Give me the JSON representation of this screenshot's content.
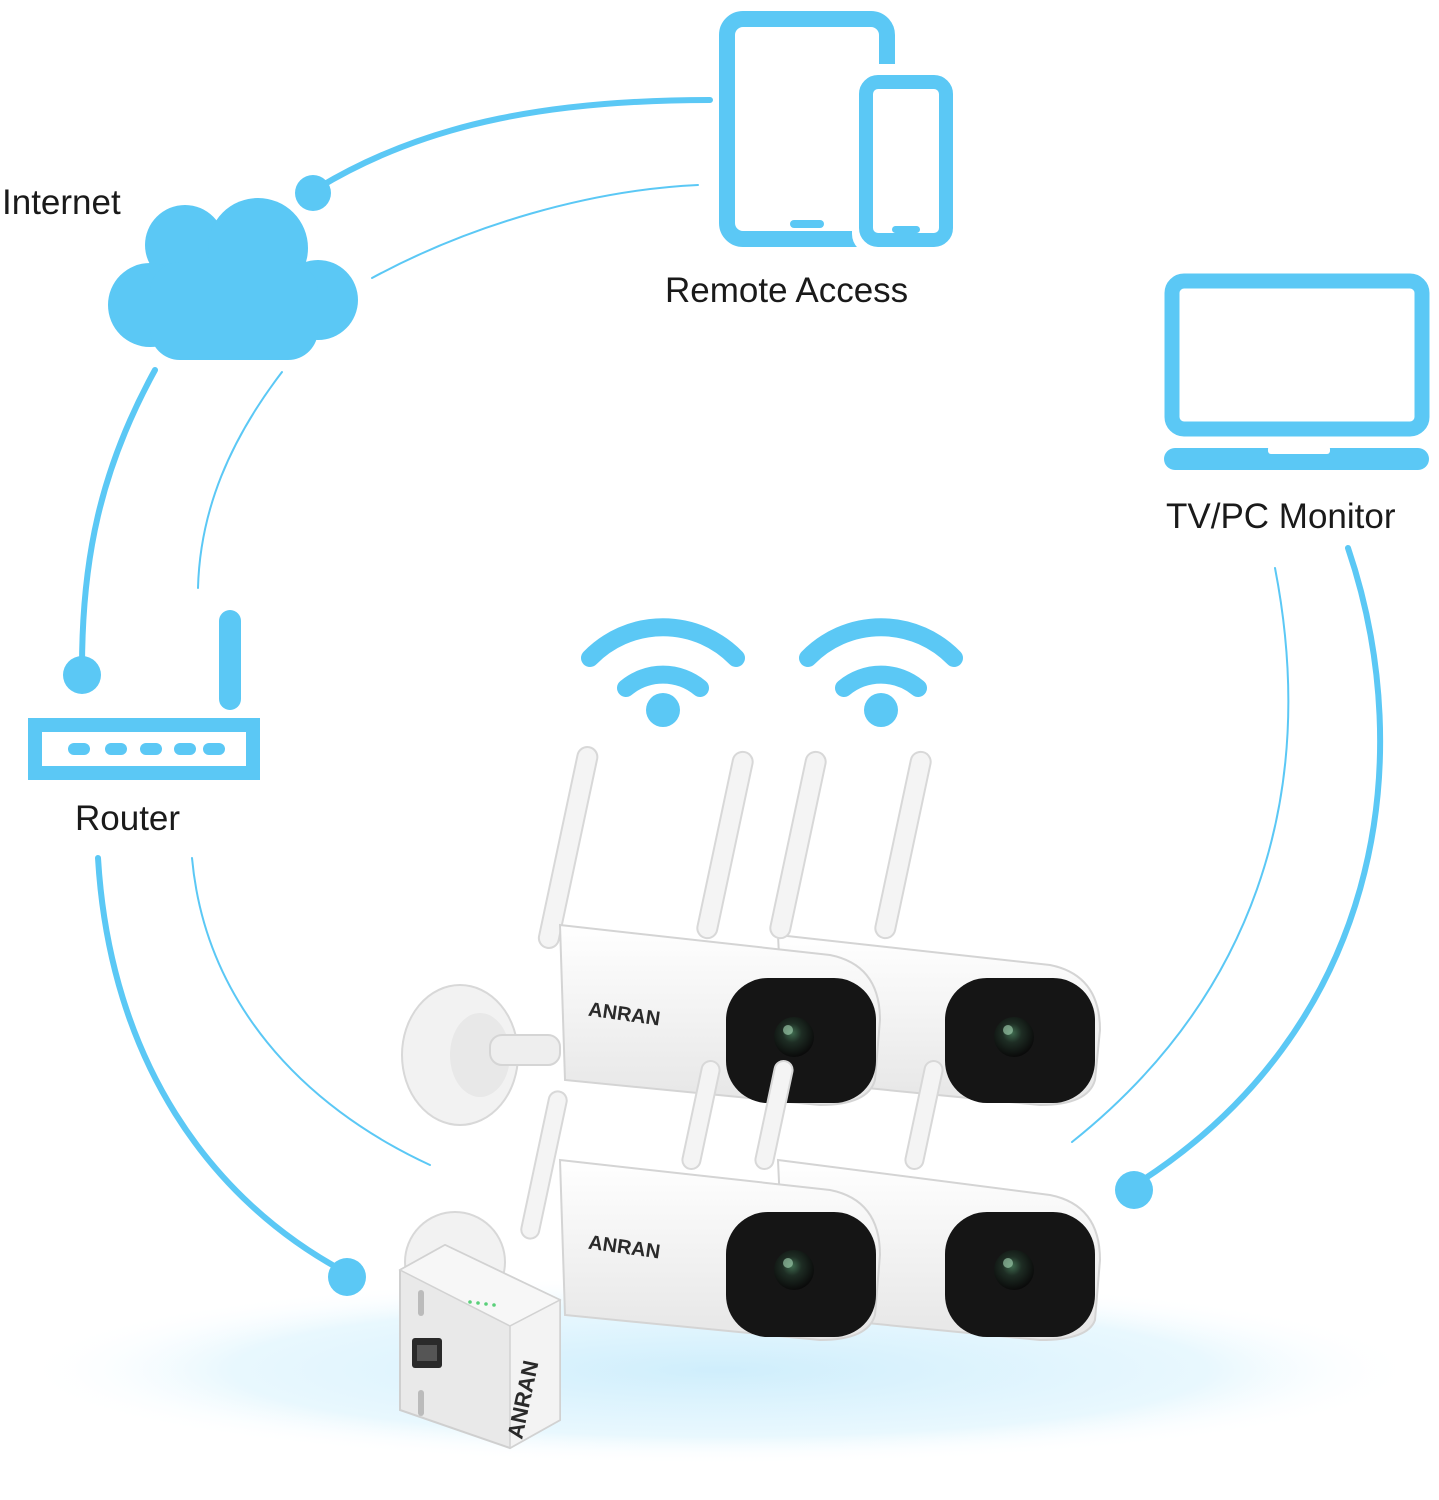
{
  "labels": {
    "internet": "Internet",
    "remote_access": "Remote Access",
    "tv_pc_monitor": "TV/PC Monitor",
    "router": "Router"
  },
  "brand": {
    "logo_text": "ANRAN"
  },
  "colors": {
    "accent": "#5bc8f5",
    "accent_light": "#bfe6fa",
    "device_white": "#f7f7f7",
    "lens_dark": "#151515",
    "floor_glow": "#cfeefc"
  },
  "icons": [
    "cloud-icon",
    "tablet-icon",
    "phone-icon",
    "laptop-icon",
    "router-icon",
    "wifi-icon",
    "camera",
    "nvr-hub"
  ]
}
